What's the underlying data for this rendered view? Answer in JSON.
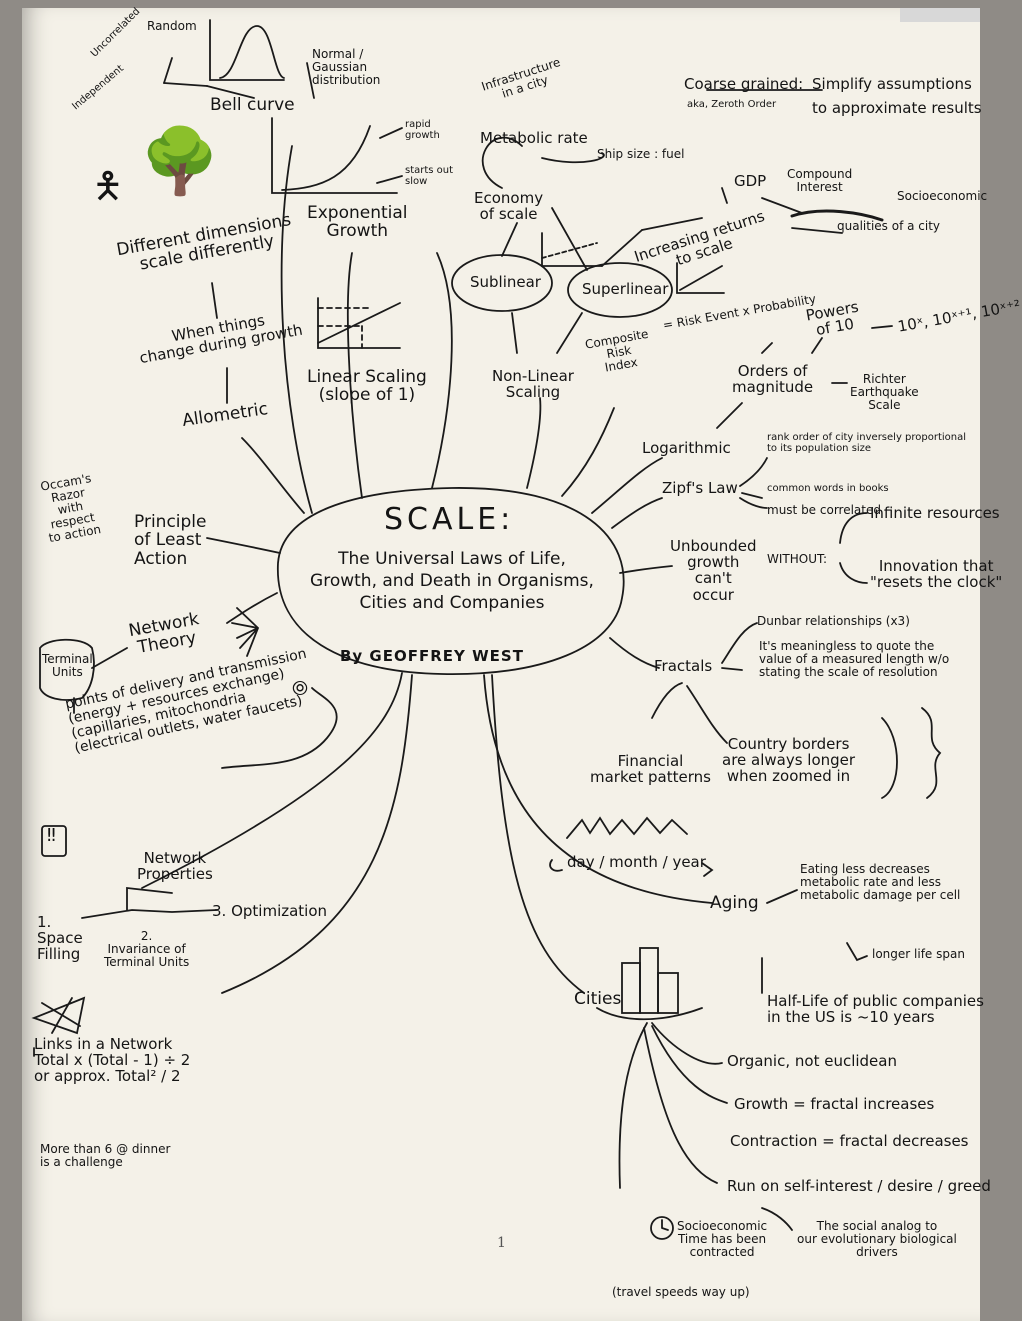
{
  "center": {
    "title": "SCALE:",
    "subtitle": "The Universal Laws of Life,\nGrowth, and Death in Organisms,\nCities and Companies",
    "author": "By GEOFFREY WEST"
  },
  "bell_curve": {
    "label": "Bell curve",
    "uncorrelated": "Uncorrelated",
    "random": "Random",
    "independent": "Independent",
    "normal": "Normal /\nGaussian\ndistribution"
  },
  "growth_graph": {
    "rapid": "rapid\ngrowth",
    "slow": "starts out\nslow"
  },
  "exponential": "Exponential\nGrowth",
  "linear_scaling": "Linear Scaling\n(slope of 1)",
  "dimensions": "Different dimensions\nscale differently",
  "when_things": "When things\nchange during growth",
  "allometric": "Allometric",
  "occams": "Occam's\nRazor\nwith\nrespect\nto action",
  "least_action": "Principle\nof Least\nAction",
  "network_theory": "Network\nTheory",
  "terminal_units": "Terminal\nUnits",
  "points_of_delivery": "points of delivery and transmission\n(energy + resources exchange)\n(capillaries, mitochondria\n(electrical outlets, water faucets)",
  "network_properties": {
    "title": "Network\nProperties",
    "p1": "1.\nSpace\nFilling",
    "p2": "2.\nInvariance of\nTerminal Units",
    "p3": "3. Optimization"
  },
  "links": "Links in a Network\nTotal x (Total - 1) ÷ 2\nor approx. Total² / 2",
  "dinner": "More than 6 @ dinner\nis a challenge",
  "economy": {
    "infrastructure": "Infrastructure\nin a city",
    "metabolic": "Metabolic rate",
    "ship": "Ship size : fuel",
    "economy": "Economy\nof scale",
    "sublinear": "Sublinear",
    "superlinear": "Superlinear",
    "nonlinear": "Non-Linear\nScaling",
    "increasing": "Increasing returns\nto scale"
  },
  "coarse": {
    "label": "Coarse grained:",
    "text": "Simplify assumptions",
    "aka": "aka, Zeroth Order",
    "text2": "to approximate results"
  },
  "gdp": {
    "gdp": "GDP",
    "compound": "Compound\nInterest",
    "socio": "Socioeconomic",
    "qualities": "qualities of a city"
  },
  "risk": {
    "composite": "Composite\nRisk\nIndex",
    "formula": "= Risk Event x Probability"
  },
  "powers": {
    "label": "Powers\nof 10",
    "values": "10ˣ, 10ˣ⁺¹, 10ˣ⁺²",
    "orders": "Orders of\nmagnitude",
    "richter": "Richter\nEarthquake\nScale"
  },
  "logarithmic": "Logarithmic",
  "zipf": {
    "label": "Zipf's Law",
    "rank": "rank order of city inversely proportional\nto its population size",
    "common": "common words in books",
    "correlated": "must be correlated"
  },
  "unbounded": {
    "label": "Unbounded\ngrowth\ncan't\noccur",
    "without": "WITHOUT:",
    "infinite": "Infinite resources",
    "innovation": "Innovation that\n\"resets the clock\""
  },
  "fractals": {
    "label": "Fractals",
    "dunbar": "Dunbar relationships (x3)",
    "meaningless": "It's meaningless to quote the\nvalue of a measured length w/o\nstating the scale of resolution",
    "country": "Country borders\nare always longer\nwhen zoomed in",
    "financial": "Financial\nmarket patterns",
    "day_month": "day / month / year"
  },
  "aging": {
    "label": "Aging",
    "eating": "Eating less decreases\nmetabolic rate and less\nmetabolic damage per cell",
    "longer": "longer life span"
  },
  "half_life": "Half-Life of public companies\nin the US is ~10 years",
  "cities": {
    "label": "Cities",
    "organic": "Organic, not euclidean",
    "growth": "Growth = fractal increases",
    "contraction": "Contraction = fractal decreases",
    "run_on": "Run on self-interest / desire / greed",
    "social": "The social analog to\nour evolutionary biological\ndrivers",
    "socioeconomic": "Socioeconomic\nTime has been\ncontracted",
    "travel": "(travel speeds way up)"
  },
  "page_number": "1"
}
